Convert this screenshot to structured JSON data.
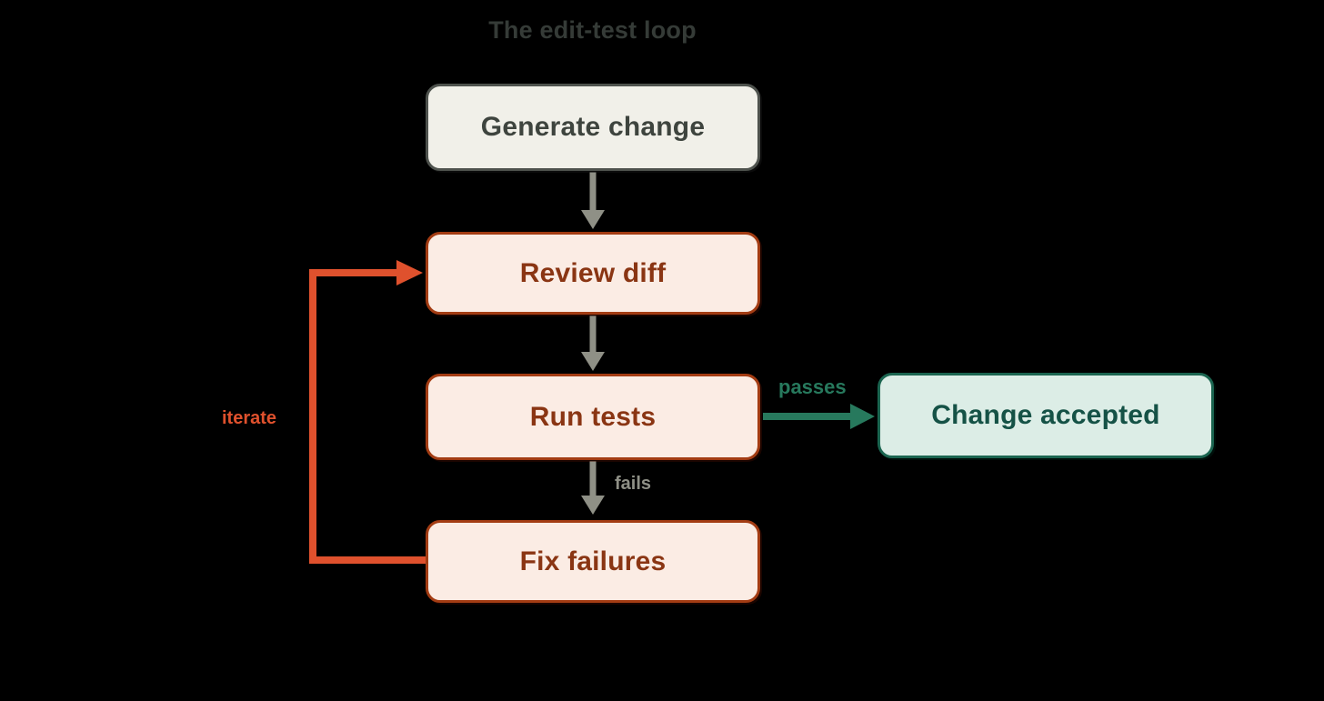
{
  "title": "The edit-test loop",
  "colors": {
    "title_text": "#353b37",
    "neutral_fill": "#f1f0e9",
    "neutral_border": "#4e524d",
    "neutral_text": "#3e443e",
    "red_fill": "#fbece4",
    "red_border": "#a33c13",
    "red_text": "#8a3513",
    "green_fill": "#dcede6",
    "green_border": "#1b6550",
    "green_text": "#155246",
    "gray_arrow": "#8f9086",
    "teal_arrow": "#27795d",
    "orange_arrow": "#df512d"
  },
  "nodes": {
    "generate": {
      "label": "Generate change"
    },
    "review": {
      "label": "Review diff"
    },
    "run": {
      "label": "Run tests"
    },
    "fix": {
      "label": "Fix failures"
    },
    "accepted": {
      "label": "Change accepted"
    }
  },
  "edges": {
    "passes_label": "passes",
    "fails_label": "fails",
    "iterate_label": "iterate"
  }
}
